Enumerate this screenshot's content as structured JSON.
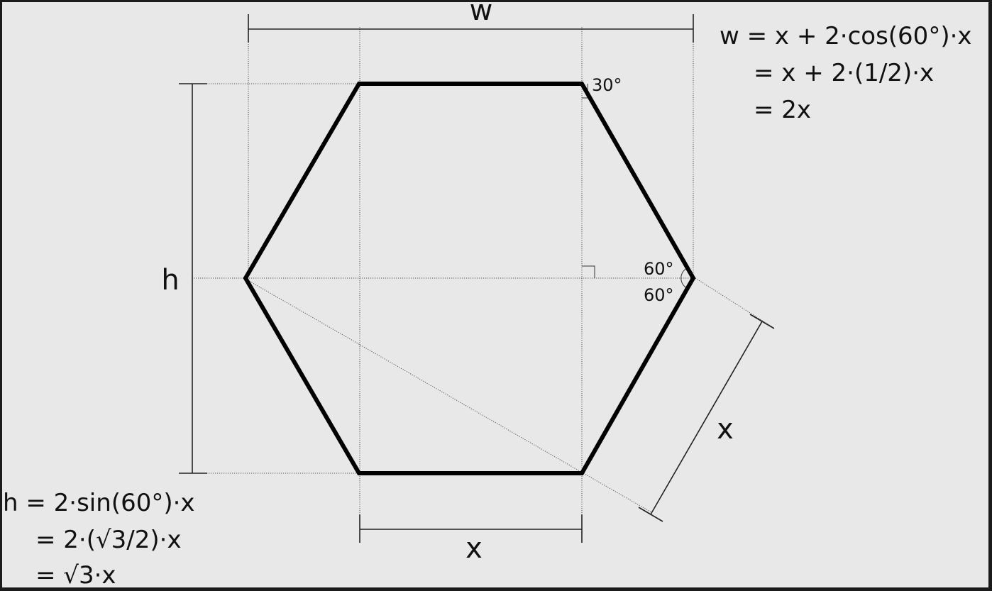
{
  "labels": {
    "w": "w",
    "h": "h",
    "x_bottom": "x",
    "x_side": "x",
    "angle_top": "30°",
    "angle_mid_upper": "60°",
    "angle_mid_lower": "60°"
  },
  "equations": {
    "w": [
      "w = x + 2·cos(60°)·x",
      "= x + 2·(1/2)·x",
      "= 2x"
    ],
    "h": [
      "h = 2·sin(60°)·x",
      "= 2·(√3/2)·x",
      "= √3·x"
    ]
  },
  "colors": {
    "background": "#e8e8e8",
    "frame": "#1b1b1b",
    "ink": "#000000"
  }
}
